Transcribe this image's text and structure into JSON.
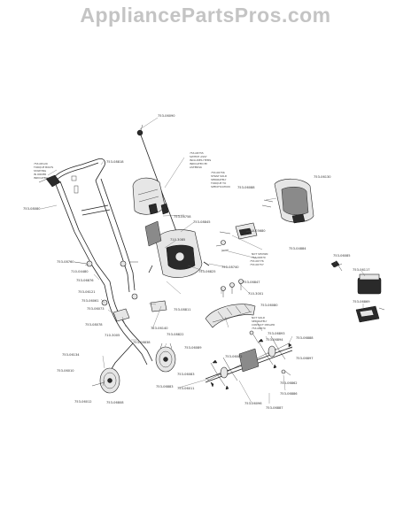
{
  "site": {
    "title": "AppliancePartsPros.com"
  },
  "parts": [
    {
      "id": "p1",
      "label": "753-06090"
    },
    {
      "id": "p2",
      "label": "753-08818"
    },
    {
      "id": "p3",
      "label": "753-08080"
    },
    {
      "id": "p4",
      "label": "753-06758"
    },
    {
      "id": "p5",
      "label": "753-08845"
    },
    {
      "id": "p6",
      "label": "710-3085"
    },
    {
      "id": "p7",
      "label": "753-06088"
    },
    {
      "id": "p8",
      "label": "753-06130"
    },
    {
      "id": "p9",
      "label": "753-04884"
    },
    {
      "id": "p10",
      "label": "710-05680"
    },
    {
      "id": "p11",
      "label": "753-08740"
    },
    {
      "id": "p12",
      "label": "753-06825"
    },
    {
      "id": "p13",
      "label": "753-08760"
    },
    {
      "id": "p14",
      "label": "710-04480"
    },
    {
      "id": "p15",
      "label": "753-06876"
    },
    {
      "id": "p16",
      "label": "753-06121"
    },
    {
      "id": "p17",
      "label": "753-06061"
    },
    {
      "id": "p18",
      "label": "753-06073"
    },
    {
      "id": "p19",
      "label": "753-08078"
    },
    {
      "id": "p20",
      "label": "753-08811"
    },
    {
      "id": "p21",
      "label": "710-3005"
    },
    {
      "id": "p22",
      "label": "753-08822"
    },
    {
      "id": "p23",
      "label": "753-08838"
    },
    {
      "id": "p24",
      "label": "753-06140"
    },
    {
      "id": "p25",
      "label": "753-06134"
    },
    {
      "id": "p26",
      "label": "753-06010"
    },
    {
      "id": "p27",
      "label": "753-06012"
    },
    {
      "id": "p28",
      "label": "753-06808"
    },
    {
      "id": "p29",
      "label": "753-06883"
    },
    {
      "id": "p30",
      "label": "753-06089"
    },
    {
      "id": "p31",
      "label": "753-06847"
    },
    {
      "id": "p32",
      "label": "710-3001"
    },
    {
      "id": "p33",
      "label": "753-06080"
    },
    {
      "id": "p34",
      "label": "753-06893"
    },
    {
      "id": "p35",
      "label": "753-06894"
    },
    {
      "id": "p36",
      "label": "753-06888"
    },
    {
      "id": "p37",
      "label": "753-06897"
    },
    {
      "id": "p38",
      "label": "753-06862"
    },
    {
      "id": "p39",
      "label": "753-06886"
    },
    {
      "id": "p40",
      "label": "753-06887"
    },
    {
      "id": "p41",
      "label": "753-06096"
    },
    {
      "id": "p42",
      "label": "753-06082"
    },
    {
      "id": "p43",
      "label": "753-06083"
    },
    {
      "id": "p44",
      "label": "753-06085"
    },
    {
      "id": "p45",
      "label": "753-06117"
    },
    {
      "id": "p46",
      "label": "753-06869"
    },
    {
      "id": "p47",
      "label": "753-06011"
    }
  ],
  "notes": {
    "n1": [
      "753-08120",
      "TORQUE BOLTS",
      "STARTING",
      "IN ORDER",
      "INDICATED"
    ],
    "n2": [
      "753-08755",
      "SWITCH ASSY",
      "INCLUDES ITEMS",
      "INDICATED BY",
      "ASTERISK"
    ],
    "n3": [
      "753-06756",
      "STRAP SOLD",
      "SEPARATELY",
      "TORQUE TO",
      "SPECIFICATION"
    ],
    "n4": [
      "NOT SHOWN",
      "753-06870"
    ],
    "n5": [
      "753-06776",
      "753-06757"
    ],
    "n6": [
      "NOT SOLD",
      "SEPARATELY",
      "CONTACT DEALER",
      "753-06870"
    ]
  }
}
